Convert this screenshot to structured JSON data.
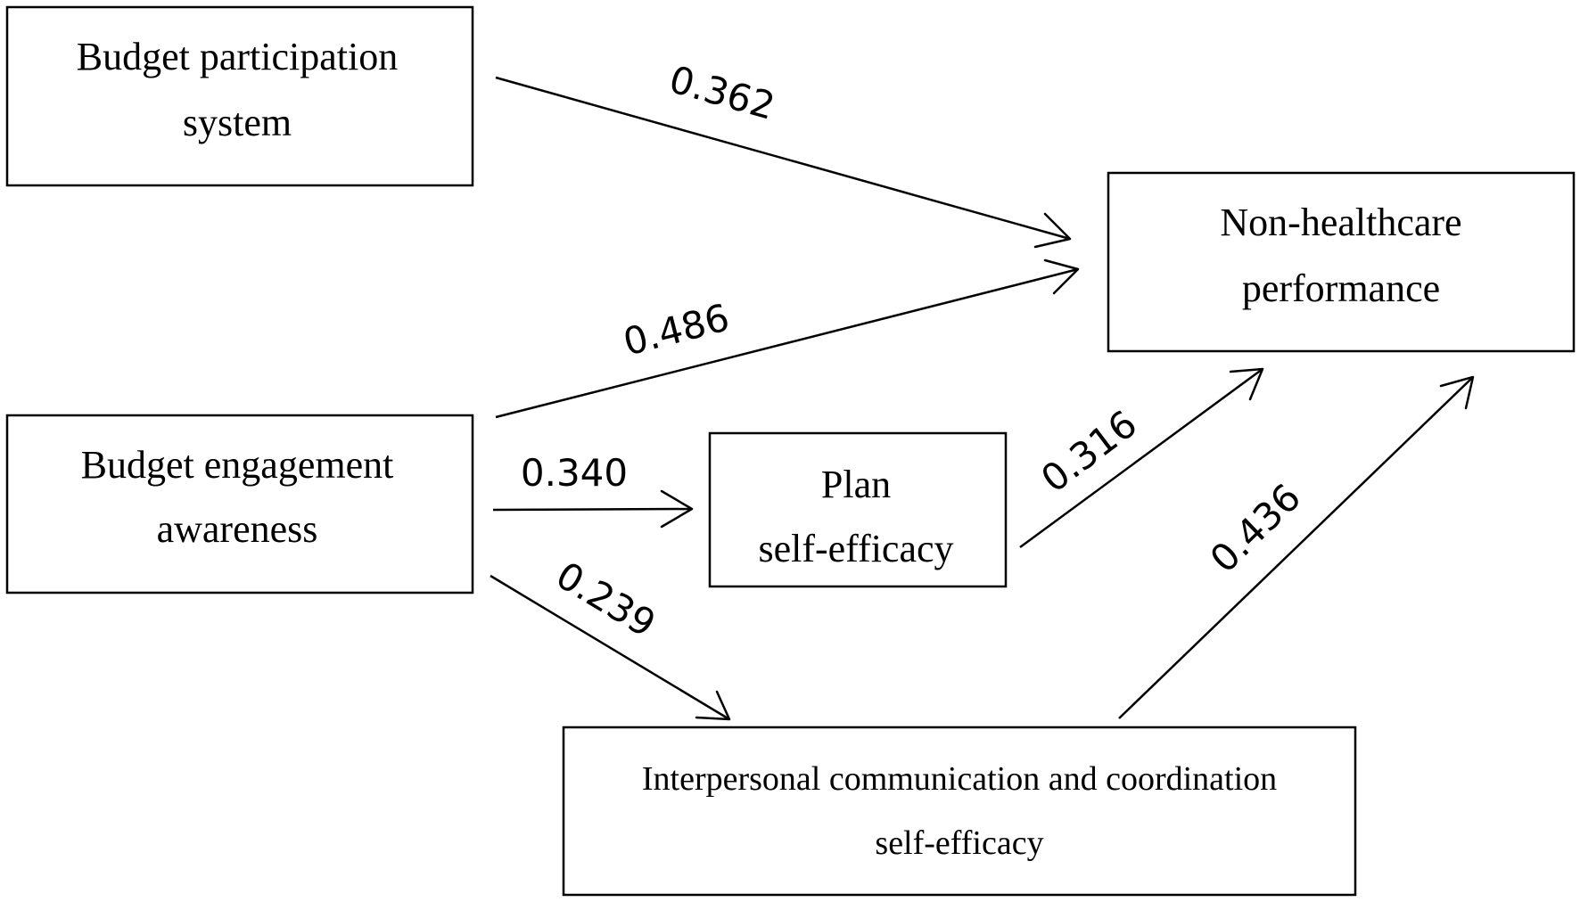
{
  "nodes": {
    "budget_participation_system": {
      "line1": "Budget participation",
      "line2": "system"
    },
    "budget_engagement_awareness": {
      "line1": "Budget engagement",
      "line2": "awareness"
    },
    "plan_self_efficacy": {
      "line1": "Plan",
      "line2": "self-efficacy"
    },
    "non_healthcare_performance": {
      "line1": "Non-healthcare",
      "line2": "performance"
    },
    "interpersonal_self_efficacy": {
      "line1": "Interpersonal communication and coordination",
      "line2": "self-efficacy"
    }
  },
  "edges": {
    "participation_to_performance": {
      "from": "Budget participation system",
      "to": "Non-healthcare performance",
      "coefficient": "0.362"
    },
    "engagement_to_performance": {
      "from": "Budget engagement awareness",
      "to": "Non-healthcare performance",
      "coefficient": "0.486"
    },
    "engagement_to_plan": {
      "from": "Budget engagement awareness",
      "to": "Plan self-efficacy",
      "coefficient": "0.340"
    },
    "engagement_to_interpersonal": {
      "from": "Budget engagement awareness",
      "to": "Interpersonal communication and coordination self-efficacy",
      "coefficient": "0.239"
    },
    "plan_to_performance": {
      "from": "Plan self-efficacy",
      "to": "Non-healthcare performance",
      "coefficient": "0.316"
    },
    "interpersonal_to_performance": {
      "from": "Interpersonal communication and coordination self-efficacy",
      "to": "Non-healthcare performance",
      "coefficient": "0.436"
    }
  }
}
